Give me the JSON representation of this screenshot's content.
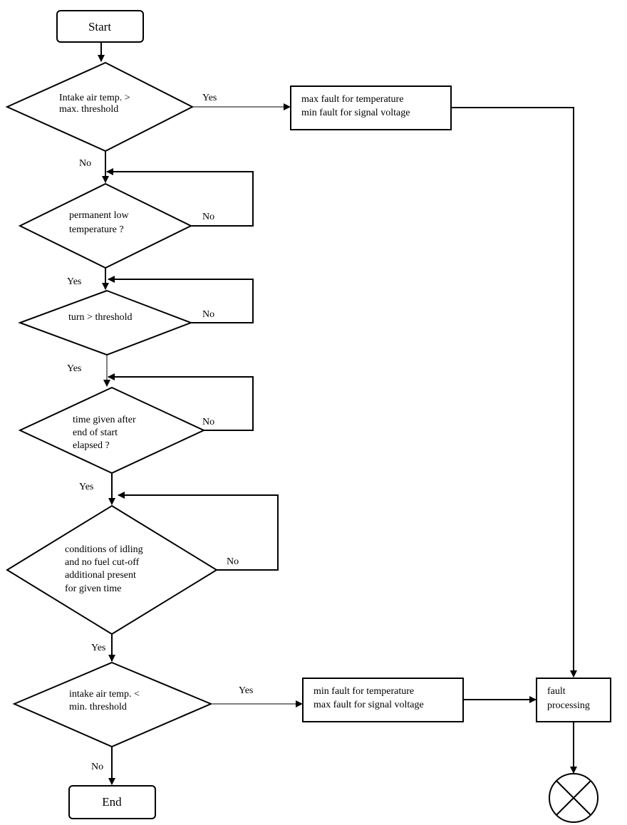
{
  "diagram": {
    "start": "Start",
    "end": "End",
    "decision_intake_high": [
      "Intake air temp. >",
      "max. threshold"
    ],
    "decision_permanent_low": [
      "permanent low",
      "temperature ?"
    ],
    "decision_turn": [
      "turn > threshold"
    ],
    "decision_time": [
      "time given after",
      "end of start",
      "elapsed ?"
    ],
    "decision_idle": [
      "conditions of idling",
      "and no fuel cut-off",
      "additional present",
      "for given time"
    ],
    "decision_intake_low": [
      "intake air temp. <",
      "min. threshold"
    ],
    "box_max_fault": [
      "max fault for temperature",
      "min fault for signal voltage"
    ],
    "box_min_fault": [
      "min fault for temperature",
      "max fault for signal voltage"
    ],
    "box_fault_processing": [
      "fault",
      "processing"
    ],
    "labels": {
      "yes": "Yes",
      "no": "No"
    }
  }
}
